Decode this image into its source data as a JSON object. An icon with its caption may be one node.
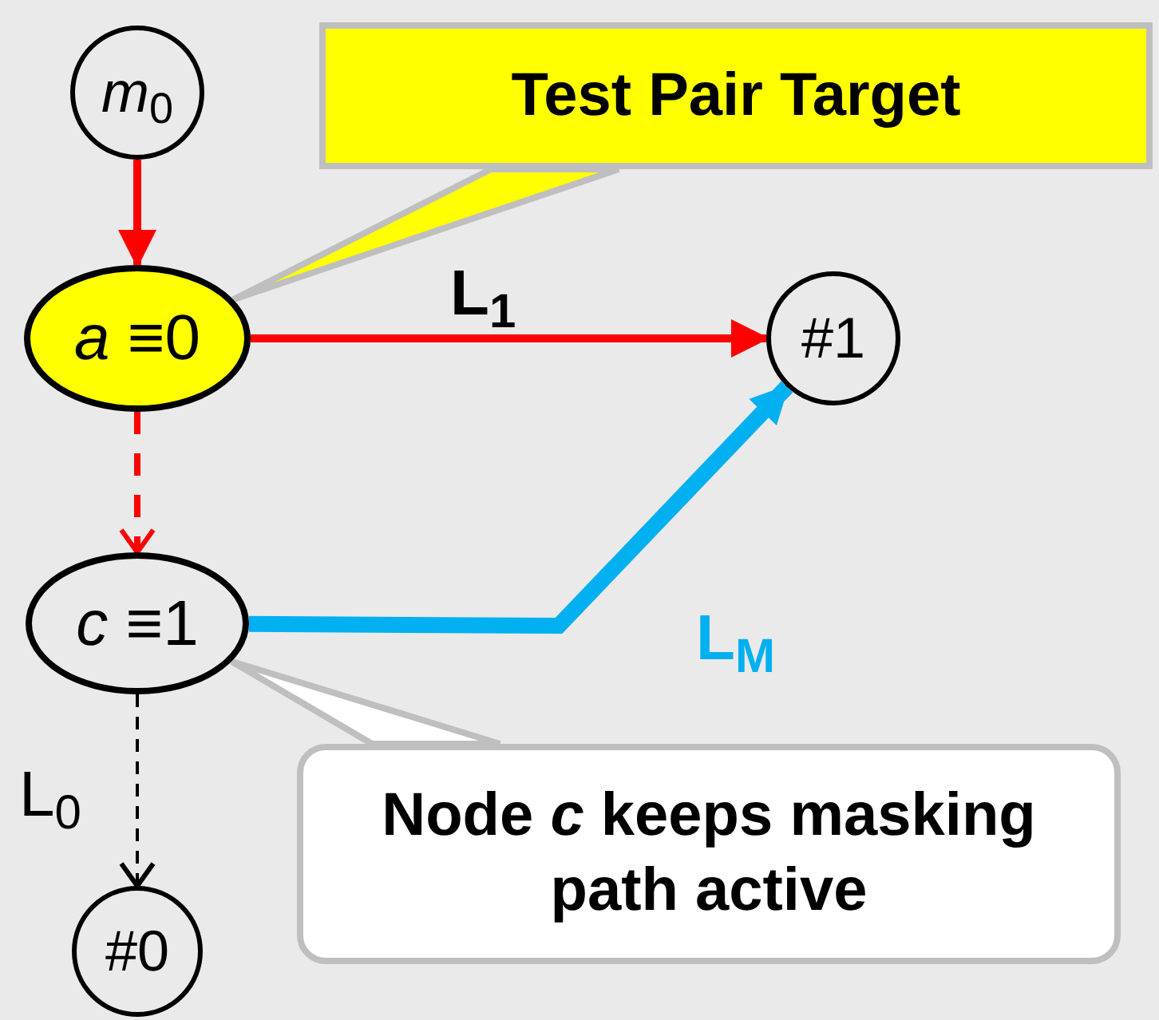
{
  "diagram": {
    "nodes": [
      {
        "text": [
          "*m*$_{0}$"
        ]
      },
      {
        "text": [
          "*a* ≡0"
        ]
      },
      {
        "text": [
          "#1"
        ]
      },
      {
        "text": [
          "*c* ≡1"
        ]
      },
      {
        "text": [
          "#0"
        ]
      },
      {
        "text": [
          "Test Pair Target"
        ]
      },
      {
        "text": [
          "Node *c* keeps masking path active"
        ]
      }
    ],
    "edges": [
      {
        "from": 0,
        "to": 1,
        "arrow": "to"
      },
      {
        "from": 1,
        "to": 2,
        "arrow": "to",
        "label": "L$_{1}$"
      },
      {
        "from": 1,
        "to": 3,
        "arrow": "to",
        "style": "dashed"
      },
      {
        "from": 3,
        "to": 2,
        "arrow": "to",
        "label": "L$_{M}$",
        "style": "thick",
        "color": "#00b0f0"
      },
      {
        "from": 3,
        "to": 4,
        "arrow": "to",
        "label": "L$_{0}$",
        "style": "dashed",
        "color": "#000000"
      },
      {
        "from": 5,
        "to": 1,
        "arrow": "none",
        "color": "#bfbfbf"
      },
      {
        "from": 6,
        "to": 3,
        "arrow": "none",
        "color": "#bfbfbf"
      }
    ]
  }
}
